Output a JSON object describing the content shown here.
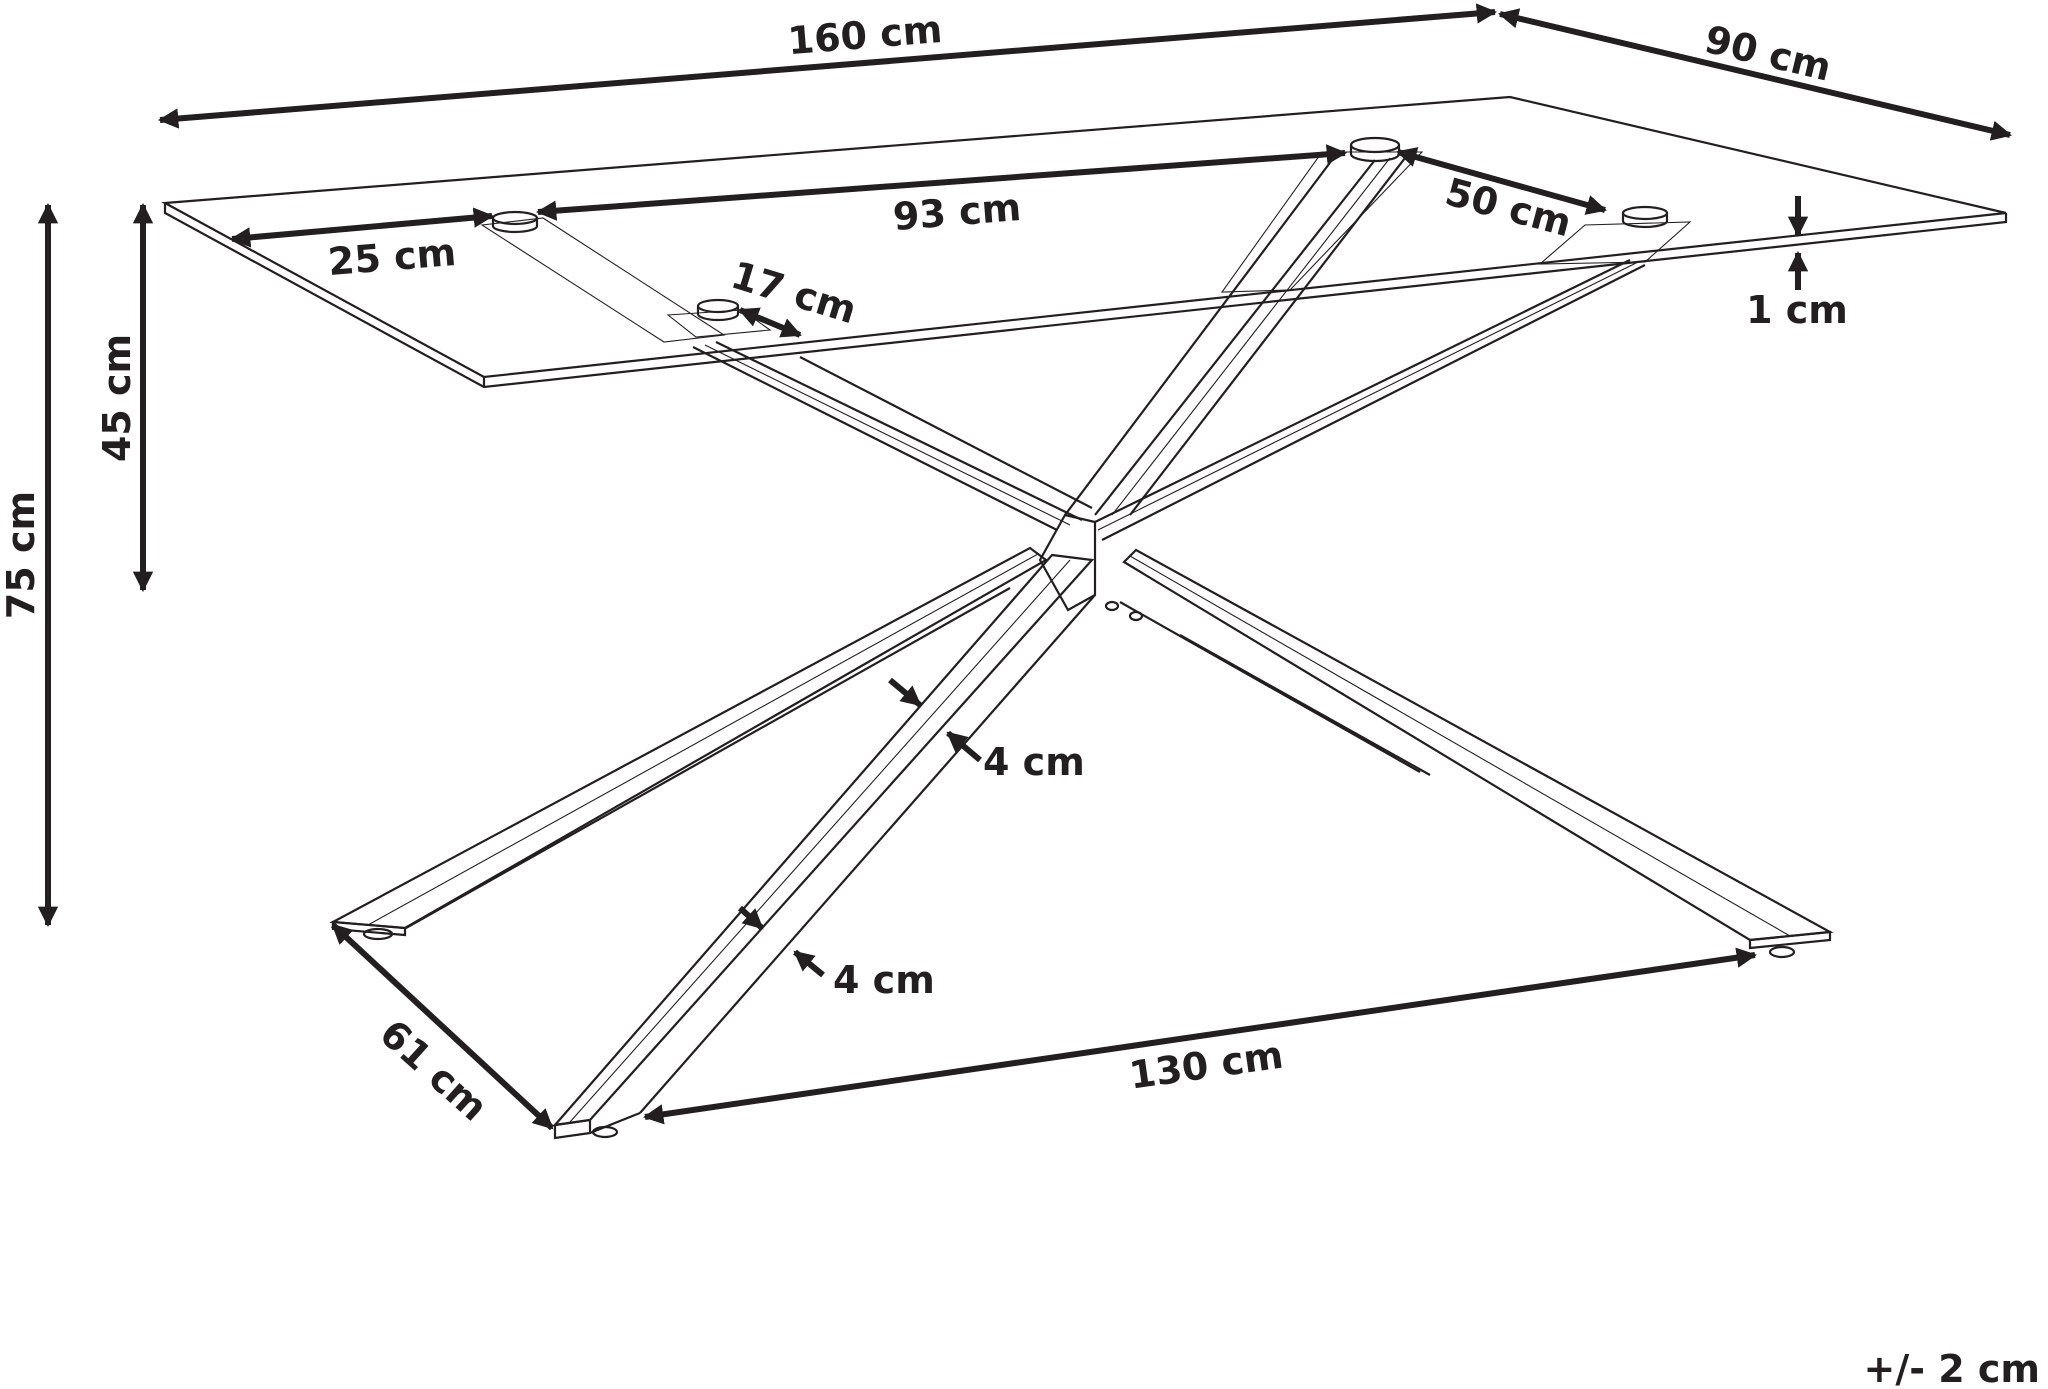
{
  "dimensions": {
    "length": "160 cm",
    "width": "90 cm",
    "height": "75 cm",
    "under_clearance": "45 cm",
    "top_thickness": "1 cm",
    "mount_inset_front": "25 cm",
    "mount_span": "93 cm",
    "mount_span_depth": "50 cm",
    "mount_pad": "17 cm",
    "leg_width_a": "4 cm",
    "leg_width_b": "4 cm",
    "foot_depth": "61 cm",
    "foot_span": "130 cm"
  },
  "tolerance": "+/- 2 cm",
  "colors": {
    "ink": "#231f20",
    "background": "#ffffff"
  }
}
